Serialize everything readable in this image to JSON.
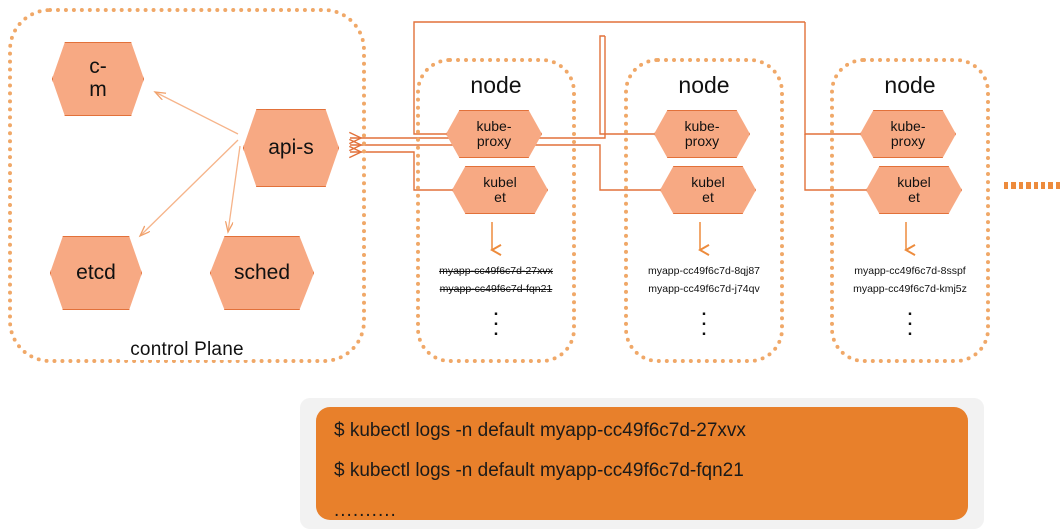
{
  "control_plane": {
    "caption": "control Plane",
    "components": [
      {
        "id": "c-m",
        "label": "c-\nm"
      },
      {
        "id": "api-s",
        "label": "api-s"
      },
      {
        "id": "etcd",
        "label": "etcd"
      },
      {
        "id": "sched",
        "label": "sched"
      }
    ],
    "labels": {
      "cm": "c-\nm",
      "apis": "api-s",
      "etcd": "etcd",
      "sched": "sched"
    }
  },
  "nodes": [
    {
      "title": "node",
      "kube_proxy": "kube-\nproxy",
      "kubelet": "kubel\net",
      "pods": [
        "myapp-cc49f6c7d-27xvx",
        "myapp-cc49f6c7d-fqn21"
      ],
      "pods_struck": true,
      "ellipsis": "⋮"
    },
    {
      "title": "node",
      "kube_proxy": "kube-\nproxy",
      "kubelet": "kubel\net",
      "pods": [
        "myapp-cc49f6c7d-8qj87",
        "myapp-cc49f6c7d-j74qv"
      ],
      "pods_struck": false,
      "ellipsis": "⋮"
    },
    {
      "title": "node",
      "kube_proxy": "kube-\nproxy",
      "kubelet": "kubel\net",
      "pods": [
        "myapp-cc49f6c7d-8sspf",
        "myapp-cc49f6c7d-kmj5z"
      ],
      "pods_struck": false,
      "ellipsis": "⋮"
    }
  ],
  "terminal": {
    "lines": [
      "$ kubectl logs -n default myapp-cc49f6c7d-27xvx",
      "$ kubectl logs -n default myapp-cc49f6c7d-fqn21",
      ".........."
    ]
  },
  "right_ellipsis_dots": 8,
  "colors": {
    "hex_fill": "#F7A983",
    "hex_stroke": "#E2713A",
    "dotted_border": "#F0A868",
    "connector": "#E2713A",
    "thin_arrow": "#F6B48A",
    "terminal_bg": "#E8802B",
    "terminal_frame": "#F2F2F2",
    "text": "#111111"
  }
}
